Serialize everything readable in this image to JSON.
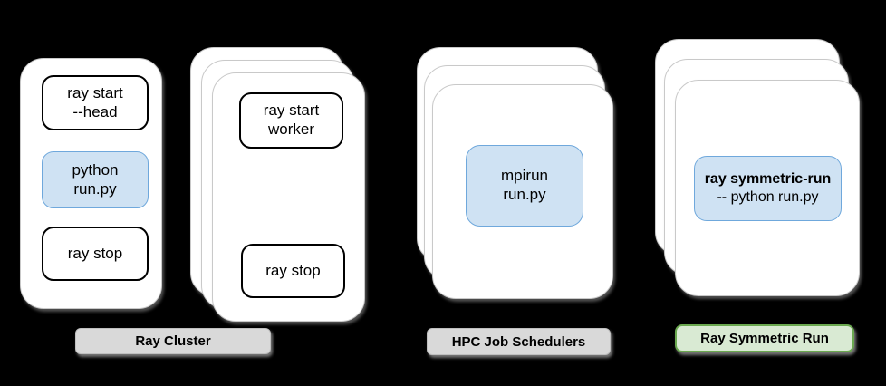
{
  "diagram": {
    "columns": {
      "head_node": {
        "commands": {
          "start": "ray start\n--head",
          "run": "python\nrun.py",
          "stop": "ray stop"
        }
      },
      "worker_nodes": {
        "commands": {
          "start": "ray start\nworker",
          "stop": "ray stop"
        }
      },
      "hpc_nodes": {
        "commands": {
          "run": "mpirun\nrun.py"
        }
      },
      "symmetric_nodes": {
        "commands": {
          "run_line1": "ray symmetric-run",
          "run_line2": "-- python run.py"
        }
      }
    },
    "labels": {
      "ray_cluster": "Ray Cluster",
      "hpc_job_schedulers": "HPC Job Schedulers",
      "ray_symmetric_run": "Ray Symmetric Run"
    },
    "colors": {
      "background": "#000000",
      "card_fill": "#ffffff",
      "card_border": "#c9c9c9",
      "command_border": "#000000",
      "highlight_fill": "#cfe2f3",
      "highlight_border": "#6fa8dc",
      "label_gray_fill": "#d9d9d9",
      "label_green_fill": "#d9ead3",
      "label_green_border": "#6aa84f"
    }
  }
}
